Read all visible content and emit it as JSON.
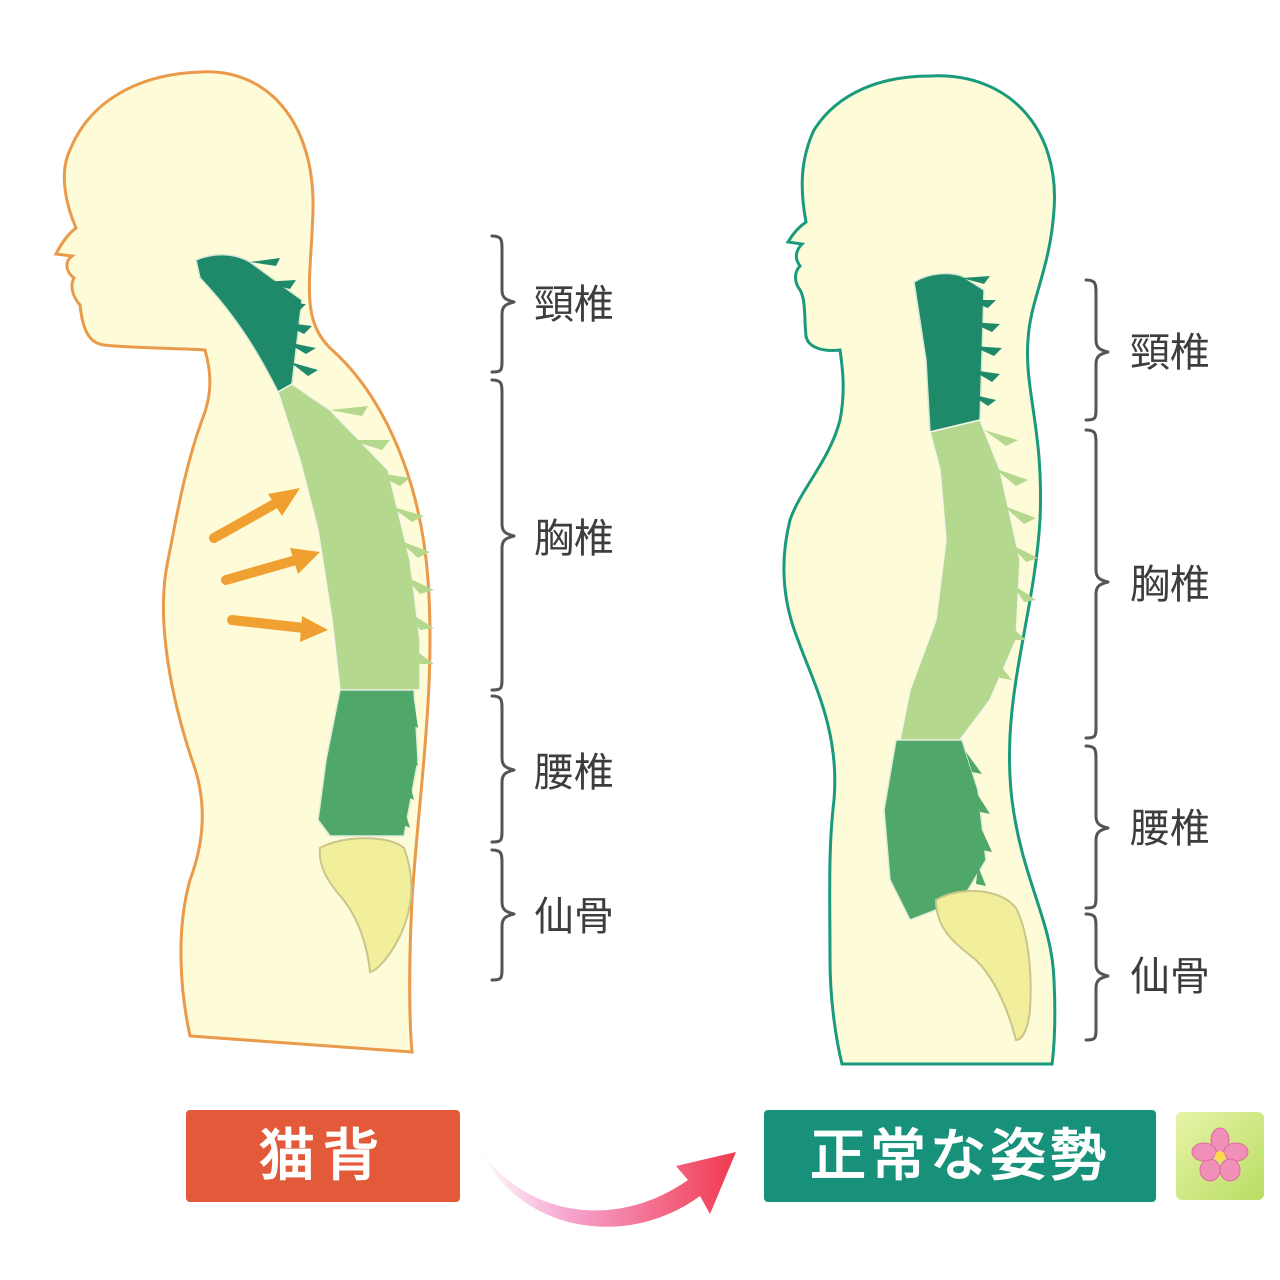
{
  "left_figure": {
    "labels": {
      "cervical": "頸椎",
      "thoracic": "胸椎",
      "lumbar": "腰椎",
      "sacrum": "仙骨"
    },
    "badge": "猫背",
    "badge_color": "#e25a3a",
    "outline_color": "#e99a4a",
    "arrow_color": "#f0a030"
  },
  "right_figure": {
    "labels": {
      "cervical": "頸椎",
      "thoracic": "胸椎",
      "lumbar": "腰椎",
      "sacrum": "仙骨"
    },
    "badge": "正常な姿勢",
    "badge_color": "#17917a",
    "outline_color": "#1a9a7c"
  },
  "colors": {
    "cervical": "#1f8a6a",
    "thoracic": "#b5d88f",
    "lumbar": "#4fa86a",
    "sacrum": "#f2ef9c",
    "body_fill": "#fdfbd8",
    "transition_arrow": "#f03a4e"
  },
  "icons": [
    "orange-arrow-icon",
    "transition-arrow-icon",
    "flower-logo-icon"
  ]
}
